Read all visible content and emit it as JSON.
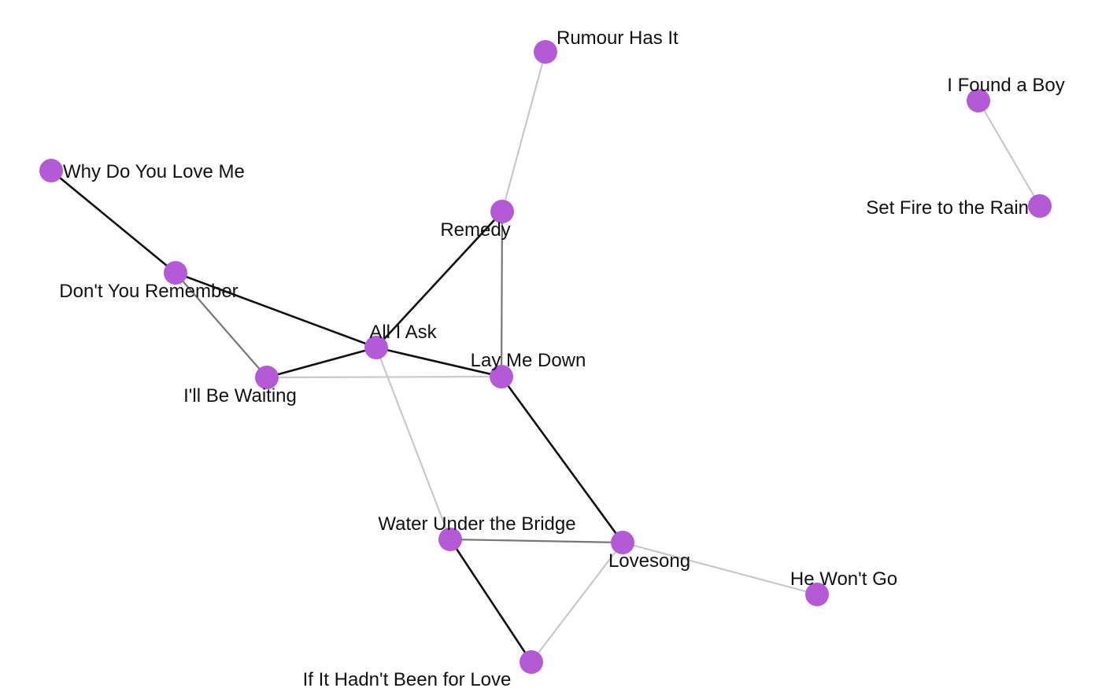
{
  "graph": {
    "node_color": "#b45ad6",
    "edge_colors": {
      "strong": "#111111",
      "medium": "#777777",
      "weak": "#c8c8c8"
    },
    "nodes": [
      {
        "id": "rumour",
        "label": "Rumour Has It"
      },
      {
        "id": "foundboy",
        "label": "I Found a Boy"
      },
      {
        "id": "whydo",
        "label": "Why Do You Love Me"
      },
      {
        "id": "setfire",
        "label": "Set Fire to the Rain"
      },
      {
        "id": "remedy",
        "label": "Remedy"
      },
      {
        "id": "dontyou",
        "label": "Don't You Remember"
      },
      {
        "id": "allask",
        "label": "All I Ask"
      },
      {
        "id": "laymedown",
        "label": "Lay Me Down"
      },
      {
        "id": "waiting",
        "label": "I'll Be Waiting"
      },
      {
        "id": "water",
        "label": "Water Under the Bridge"
      },
      {
        "id": "lovesong",
        "label": "Lovesong"
      },
      {
        "id": "hewont",
        "label": "He Won't Go"
      },
      {
        "id": "ifit",
        "label": "If It Hadn't Been for Love"
      }
    ],
    "edges": [
      {
        "source": "rumour",
        "target": "remedy",
        "strength": "weak"
      },
      {
        "source": "foundboy",
        "target": "setfire",
        "strength": "weak"
      },
      {
        "source": "whydo",
        "target": "dontyou",
        "strength": "strong"
      },
      {
        "source": "dontyou",
        "target": "allask",
        "strength": "strong"
      },
      {
        "source": "dontyou",
        "target": "waiting",
        "strength": "medium"
      },
      {
        "source": "remedy",
        "target": "allask",
        "strength": "strong"
      },
      {
        "source": "remedy",
        "target": "laymedown",
        "strength": "medium"
      },
      {
        "source": "allask",
        "target": "laymedown",
        "strength": "strong"
      },
      {
        "source": "allask",
        "target": "waiting",
        "strength": "strong"
      },
      {
        "source": "waiting",
        "target": "laymedown",
        "strength": "weak"
      },
      {
        "source": "allask",
        "target": "water",
        "strength": "weak"
      },
      {
        "source": "laymedown",
        "target": "lovesong",
        "strength": "strong"
      },
      {
        "source": "water",
        "target": "lovesong",
        "strength": "medium"
      },
      {
        "source": "water",
        "target": "ifit",
        "strength": "strong"
      },
      {
        "source": "lovesong",
        "target": "ifit",
        "strength": "weak"
      },
      {
        "source": "lovesong",
        "target": "hewont",
        "strength": "weak"
      }
    ]
  }
}
